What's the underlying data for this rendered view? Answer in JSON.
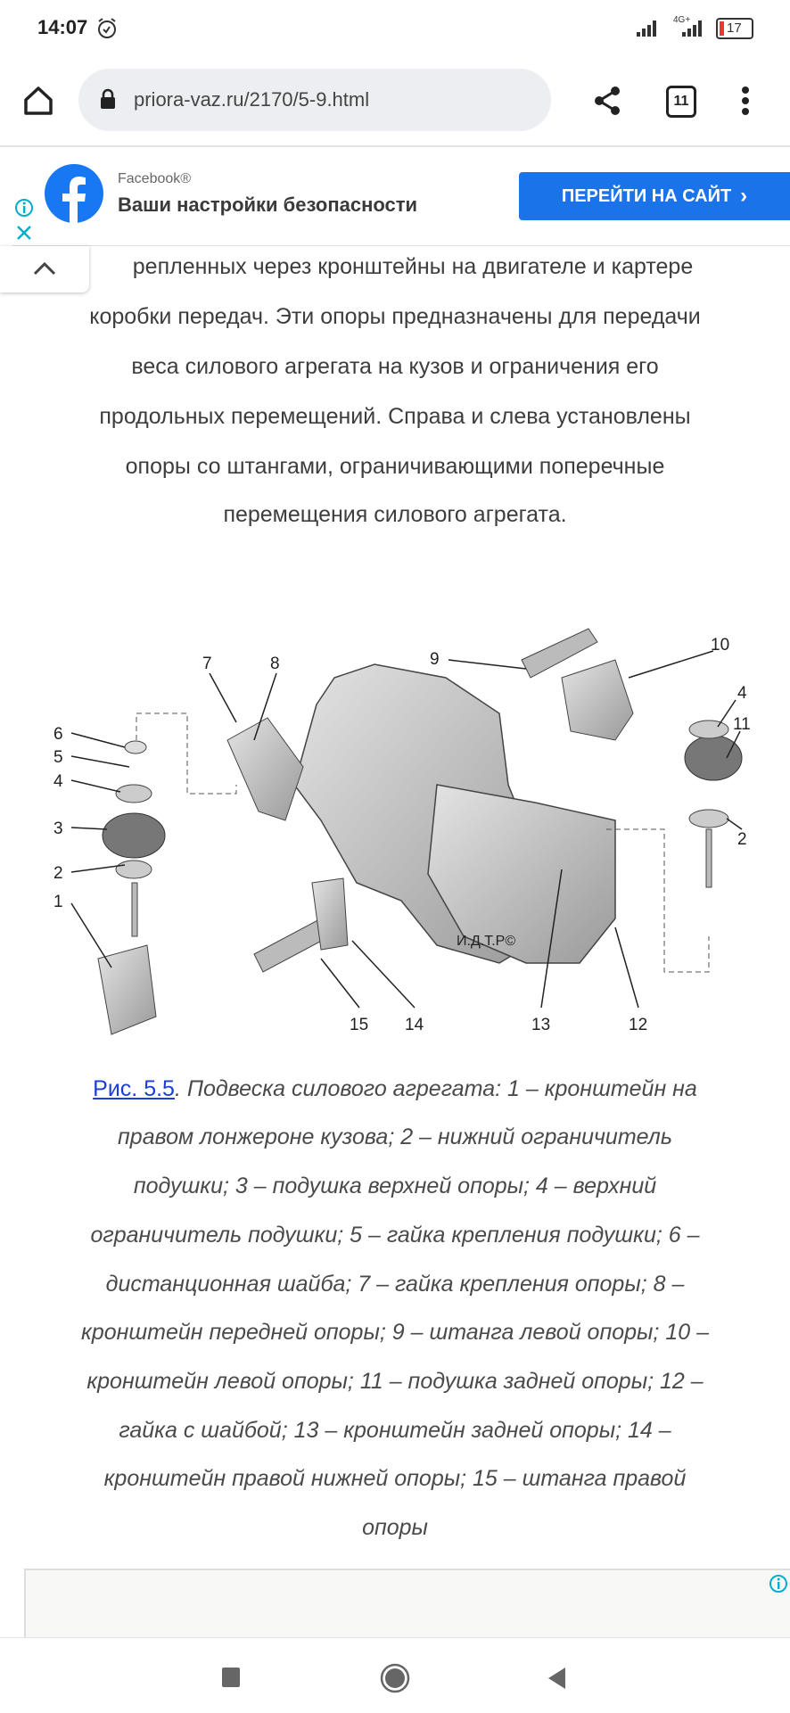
{
  "status_bar": {
    "time": "14:07",
    "network": "4G+",
    "battery": "17"
  },
  "browser": {
    "url": "priora-vaz.ru/2170/5-9.html",
    "tab_count": "11"
  },
  "ad_banner": {
    "advertiser": "Facebook®",
    "headline": "Ваши настройки безопасности",
    "cta": "ПЕРЕЙТИ НА САЙТ",
    "accent": "#1a73e8"
  },
  "article": {
    "paragraph_lines": [
      "репленных через кронштейны на двигателе и картере",
      "коробки передач. Эти опоры предназначены для передачи",
      "веса силового агрегата на кузов и ограничения его",
      "продольных перемещений. Справа и слева установлены",
      "опоры со штангами, ограничивающими поперечные",
      "перемещения силового агрегата."
    ],
    "figure": {
      "watermark": "И.Д.Т.Р©",
      "callouts": [
        "1",
        "2",
        "3",
        "4",
        "5",
        "6",
        "7",
        "8",
        "9",
        "10",
        "4",
        "11",
        "2",
        "12",
        "13",
        "14",
        "15"
      ]
    },
    "caption": {
      "link": "Рис. 5.5",
      "lines": [
        ". Подвеска силового агрегата: 1 – кронштейн на",
        "правом лонжероне кузова; 2 – нижний ограничитель",
        "подушки; 3 – подушка верхней опоры; 4 – верхний",
        "ограничитель подушки; 5 – гайка крепления подушки; 6 –",
        "дистанционная шайба; 7 – гайка крепления опоры; 8 –",
        "кронштейн передней опоры; 9 – штанга левой опоры; 10 –",
        "кронштейн левой опоры; 11 – подушка задней опоры; 12 –",
        "гайка с шайбой; 13 – кронштейн задней опоры; 14 –",
        "кронштейн правой нижней опоры; 15 – штанга правой",
        "опоры"
      ]
    }
  }
}
